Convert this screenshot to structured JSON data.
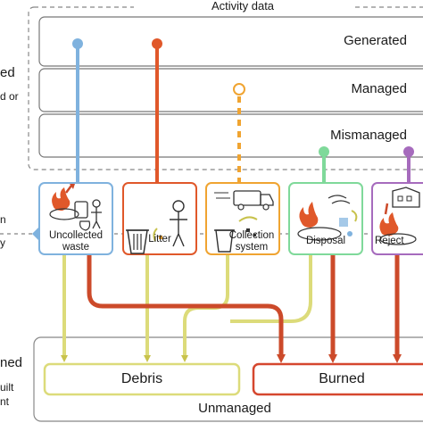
{
  "diagram": {
    "title": "Activity data",
    "rows": [
      {
        "label": "Generated"
      },
      {
        "label": "Managed"
      },
      {
        "label": "Mismanaged"
      }
    ],
    "left_fragments": {
      "top_1": "ed",
      "top_2": "d or",
      "middle_1": "n",
      "middle_2": "y",
      "bottom_1": "ned",
      "bottom_2": "uilt",
      "bottom_3": "nt"
    },
    "sources": [
      {
        "label": "Uncollected waste",
        "color": "#7fb2de"
      },
      {
        "label": "Litter",
        "color": "#e0582a"
      },
      {
        "label": "Collection system",
        "color": "#f0a431"
      },
      {
        "label": "Disposal",
        "color": "#7fd99a"
      },
      {
        "label": "Reject",
        "color": "#a66bbd"
      }
    ],
    "outcomes": [
      {
        "label": "Debris",
        "color": "#d7d96b"
      },
      {
        "label": "Burned",
        "color": "#d5472e"
      }
    ],
    "bottom_label": "Unmanaged"
  }
}
